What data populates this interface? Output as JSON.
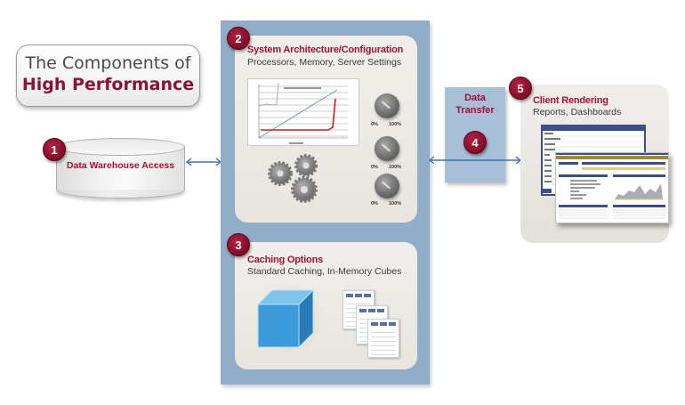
{
  "title": {
    "line1": "The Components of",
    "line2": "High Performance"
  },
  "components": [
    {
      "number": "1",
      "title": "Data Warehouse Access",
      "subtitle": ""
    },
    {
      "number": "2",
      "title": "System Architecture/Configuration",
      "subtitle": "Processors, Memory, Server Settings"
    },
    {
      "number": "3",
      "title": "Caching Options",
      "subtitle": "Standard Caching, In-Memory Cubes"
    },
    {
      "number": "4",
      "title": "Data Transfer",
      "subtitle": ""
    },
    {
      "number": "5",
      "title": "Client Rendering",
      "subtitle": "Reports, Dashboards"
    }
  ],
  "dials": [
    {
      "min_label": "0%",
      "max_label": "100%"
    },
    {
      "min_label": "0%",
      "max_label": "100%"
    },
    {
      "min_label": "0%",
      "max_label": "100%"
    }
  ],
  "transfer_label": {
    "line1": "Data",
    "line2": "Transfer"
  },
  "colors": {
    "accent_maroon": "#a0103a",
    "badge": "#8a0f2c",
    "column_blue": "#92adc8",
    "transfer_blue": "#a8bfd8",
    "panel_gray": "#ece9e4",
    "arrow_blue": "#3f76ad"
  },
  "icons": {
    "database": "database-cylinder-icon",
    "gears": "gears-icon",
    "cube": "cube-icon",
    "sheets": "report-sheets-icon",
    "dials": "dial-knob-icon",
    "arrows": "double-arrow-icon"
  }
}
